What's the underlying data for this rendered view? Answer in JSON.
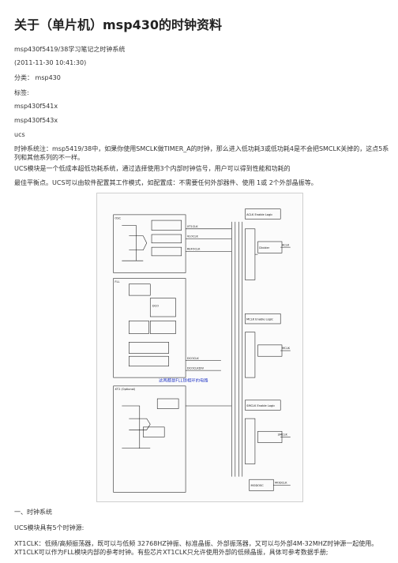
{
  "article": {
    "title": "关于（单片机）msp430的时钟资料",
    "subtitle": "msp430f5419/38学习笔记之时钟系统",
    "date": "(2011-11-30 10:41:30)",
    "category": "分类： msp430",
    "tags_label": "标签:",
    "tags": [
      "msp430f541x",
      "msp430f543x",
      "ucs"
    ],
    "paragraphs": [
      "时钟系统注：msp5419/38中，如果你使用SMCLK做TIMER_A的时钟，那么进入低功耗3或低功耗4是不会把SMCLK关掉的，这点5系列和其他系列的不一样。",
      "UCS模块是一个低成本超低功耗系统，通过选择使用3个内部时钟信号，用户可以得到性能和功耗的",
      "最佳平衡点。UCS可以由软件配置其工作模式，如配置成：不需要任何外部器件、使用 1或 2个外部晶振等。"
    ],
    "section_heading": "一、时钟系统",
    "section_intro": "UCS模块具有5个时钟源:",
    "section_body": "XT1CLK：低频/高频振荡器，既可以与低频 32768HZ钟振、标准晶振、外部振荡器，又可以与外部4M-32MHZ时钟源一起使用。XT1CLK可以作为FLL模块内部的参考时钟。有些芯片XT1CLK只允许使用外部的低频晶振，具体可参考数据手册;"
  },
  "figure": {
    "caption": "这两都是FLL锁相环的电路",
    "labels": {
      "osc": "OSC",
      "fll": "FLL",
      "xt2": "XT2 (Optional)",
      "aclk_logic": "ACLK Enable Logic",
      "mclk_logic": "MCLK Enable Logic",
      "smclk_logic": "SMCLK Enable Logic",
      "aclk": "ACLK",
      "mclk": "MCLK",
      "smclk": "SMCLK",
      "modclk": "MODCLK",
      "xt1clk": "XT1CLK",
      "vloclk": "VLOCLK",
      "refoclk": "REFOCLK",
      "dcoclk": "DCOCLK",
      "dcoclkdiv": "DCOCLKDIV",
      "divider": "Divider",
      "modosc": "MODOSC",
      "dco": "DCO"
    }
  },
  "colors": {
    "caption": "#2a3dc7",
    "ink": "#111111",
    "text": "#333333"
  }
}
